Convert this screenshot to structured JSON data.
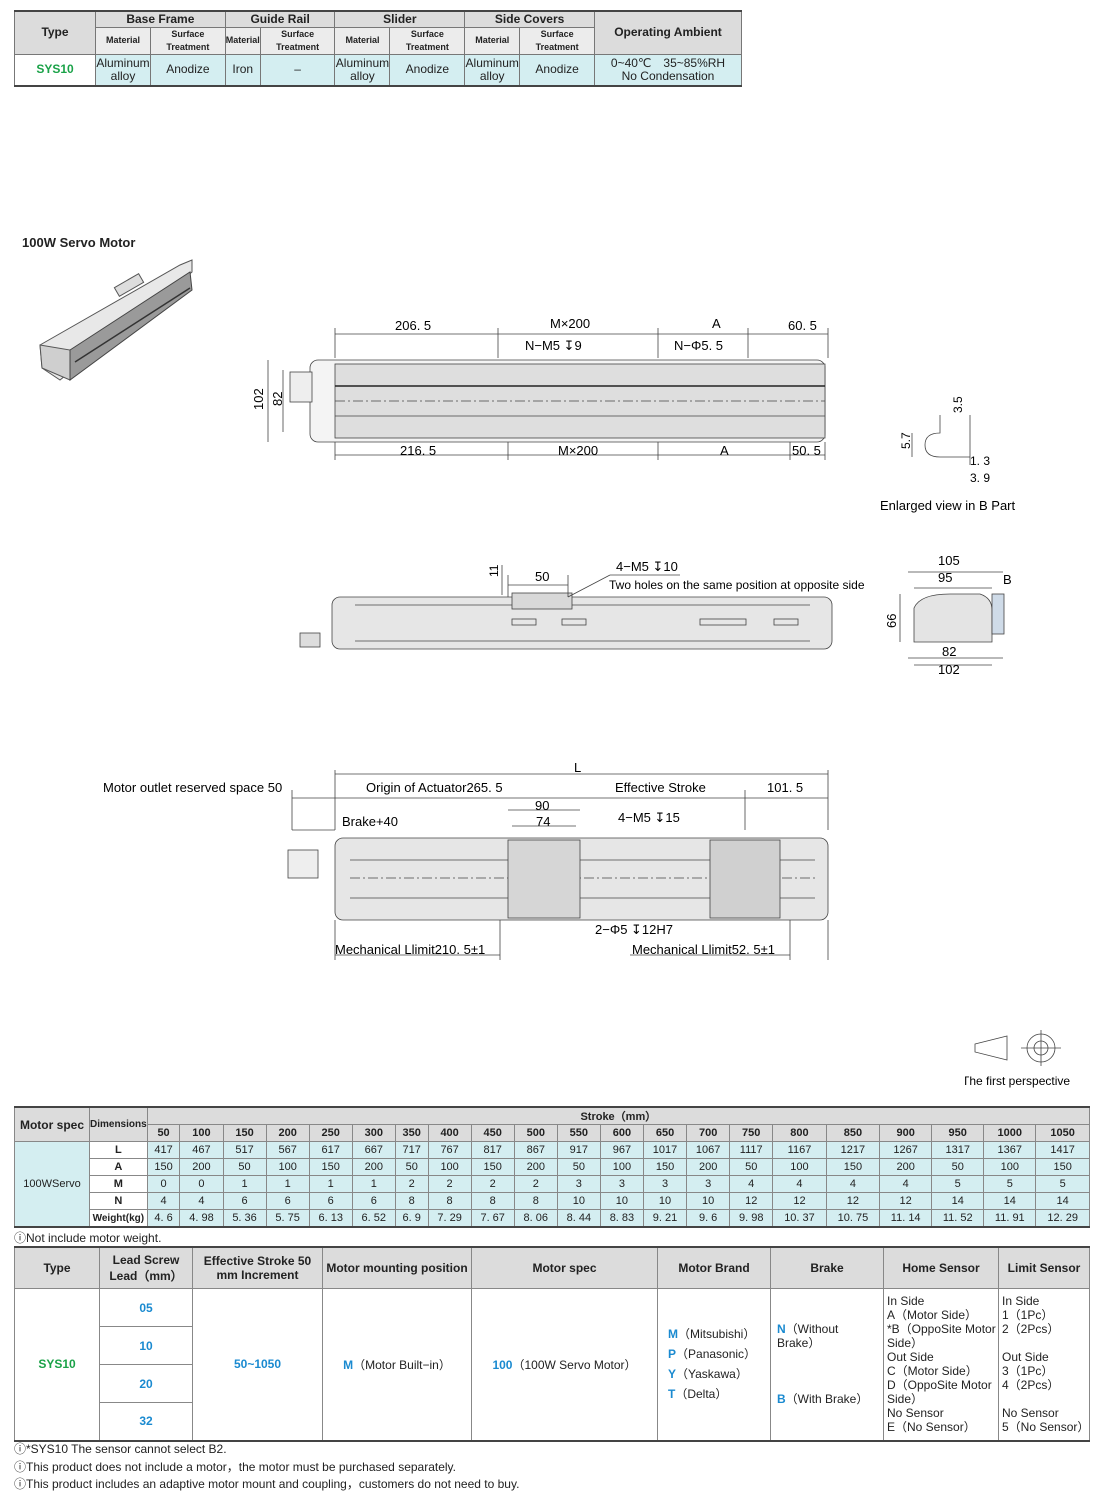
{
  "spec_table": {
    "headers": {
      "type": "Type",
      "base_frame": "Base Frame",
      "guide_rail": "Guide Rail",
      "slider": "Slider",
      "side_covers": "Side Covers",
      "ambient": "Operating Ambient"
    },
    "sub": {
      "material": "Material",
      "surface": "Surface Treatment"
    },
    "row": {
      "type": "SYS10",
      "bf_mat": "Aluminum alloy",
      "bf_surf": "Anodize",
      "gr_mat": "Iron",
      "gr_surf": "–",
      "sl_mat": "Aluminum alloy",
      "sl_surf": "Anodize",
      "sc_mat": "Aluminum alloy",
      "sc_surf": "Anodize",
      "ambient1": "0~40℃　35~85%RH",
      "ambient2": "No Condensation"
    }
  },
  "section_title": "100W Servo Motor",
  "drawing1": {
    "d1": "206. 5",
    "d2": "M×200",
    "d3": "A",
    "d4": "60. 5",
    "n1": "N−M5 ↧9",
    "n2": "N−Φ5. 5",
    "h1": "102",
    "h2": "82",
    "b1": "216. 5",
    "b2": "M×200",
    "b3": "A",
    "b4": "50. 5"
  },
  "enlarged": {
    "d1": "3.5",
    "d2": "5.7",
    "d3": "1. 3",
    "d4": "3. 9",
    "caption": "Enlarged view in B Part"
  },
  "drawing2": {
    "d1": "11",
    "d2": "50",
    "n1": "4−M5 ↧10",
    "n2": "Two holes on the same position at opposite side"
  },
  "end_view": {
    "d1": "105",
    "d2": "95",
    "b": "B",
    "h": "66",
    "d3": "82",
    "d4": "102"
  },
  "drawing3": {
    "L": "L",
    "outlet": "Motor outlet reserved space 50",
    "origin": "Origin of Actuator265. 5",
    "stroke": "Effective Stroke",
    "d1": "101. 5",
    "d90": "90",
    "d74": "74",
    "brake": "Brake+40",
    "n1": "4−M5 ↧15",
    "n2": "2−Φ5 ↧12H7",
    "mech1": "Mechanical Llimit210. 5±1",
    "mech2": "Mechanical Llimit52. 5±1"
  },
  "perspective": "The first perspective",
  "dim_table": {
    "h_motor": "Motor spec",
    "h_dims": "Dimensions",
    "h_stroke": "Stroke（mm）",
    "strokes": [
      "50",
      "100",
      "150",
      "200",
      "250",
      "300",
      "350",
      "400",
      "450",
      "500",
      "550",
      "600",
      "650",
      "700",
      "750",
      "800",
      "850",
      "900",
      "950",
      "1000",
      "1050"
    ],
    "motor": "100WServo",
    "rows": [
      {
        "label": "L",
        "values": [
          "417",
          "467",
          "517",
          "567",
          "617",
          "667",
          "717",
          "767",
          "817",
          "867",
          "917",
          "967",
          "1017",
          "1067",
          "1117",
          "1167",
          "1217",
          "1267",
          "1317",
          "1367",
          "1417"
        ]
      },
      {
        "label": "A",
        "values": [
          "150",
          "200",
          "50",
          "100",
          "150",
          "200",
          "50",
          "100",
          "150",
          "200",
          "50",
          "100",
          "150",
          "200",
          "50",
          "100",
          "150",
          "200",
          "50",
          "100",
          "150"
        ]
      },
      {
        "label": "M",
        "values": [
          "0",
          "0",
          "1",
          "1",
          "1",
          "1",
          "2",
          "2",
          "2",
          "2",
          "3",
          "3",
          "3",
          "3",
          "4",
          "4",
          "4",
          "4",
          "5",
          "5",
          "5"
        ]
      },
      {
        "label": "N",
        "values": [
          "4",
          "4",
          "6",
          "6",
          "6",
          "6",
          "8",
          "8",
          "8",
          "8",
          "10",
          "10",
          "10",
          "10",
          "12",
          "12",
          "12",
          "12",
          "14",
          "14",
          "14"
        ]
      },
      {
        "label": "Weight(kg)",
        "values": [
          "4. 6",
          "4. 98",
          "5. 36",
          "5. 75",
          "6. 13",
          "6. 52",
          "6. 9",
          "7. 29",
          "7. 67",
          "8. 06",
          "8. 44",
          "8. 83",
          "9. 21",
          "9. 6",
          "9. 98",
          "10. 37",
          "10. 75",
          "11. 14",
          "11. 52",
          "11. 91",
          "12. 29"
        ]
      }
    ],
    "note": "ⓘNot include motor weight."
  },
  "order_table": {
    "headers": [
      "Type",
      "Lead Screw Lead（mm）",
      "Effective Stroke 50 mm Increment",
      "Motor mounting position",
      "Motor spec",
      "Motor Brand",
      "Brake",
      "Home Sensor",
      "Limit Sensor"
    ],
    "type": "SYS10",
    "leads": [
      "05",
      "10",
      "20",
      "32"
    ],
    "stroke": "50~1050",
    "mount_code": "M",
    "mount_text": "（Motor Built−in）",
    "spec_code": "100",
    "spec_text": "（100W Servo Motor）",
    "brands": [
      {
        "code": "M",
        "text": "（Mitsubishi）"
      },
      {
        "code": "P",
        "text": "（Panasonic）"
      },
      {
        "code": "Y",
        "text": "（Yaskawa）"
      },
      {
        "code": "T",
        "text": "（Delta）"
      }
    ],
    "brakes": [
      {
        "code": "N",
        "text": "（Without Brake）"
      },
      {
        "code": "B",
        "text": "（With Brake）"
      }
    ],
    "home": [
      "In Side",
      "A（Motor Side）",
      "*B（OppoSite Motor Side）",
      "Out Side",
      "C（Motor Side）",
      "D（OppoSite Motor Side）",
      "No Sensor",
      "E（No Sensor）"
    ],
    "limit": [
      "In Side",
      "1（1Pc）",
      "2（2Pcs）",
      "Out Side",
      "3（1Pc）",
      "4（2Pcs）",
      "No Sensor",
      "5（No Sensor）"
    ]
  },
  "notes": [
    "ⓘ*SYS10 The sensor cannot select B2.",
    "ⓘThis product does not include a motor，the motor must be purchased separately.",
    "ⓘThis product includes an adaptive motor mount and coupling，customers do not need to buy."
  ]
}
